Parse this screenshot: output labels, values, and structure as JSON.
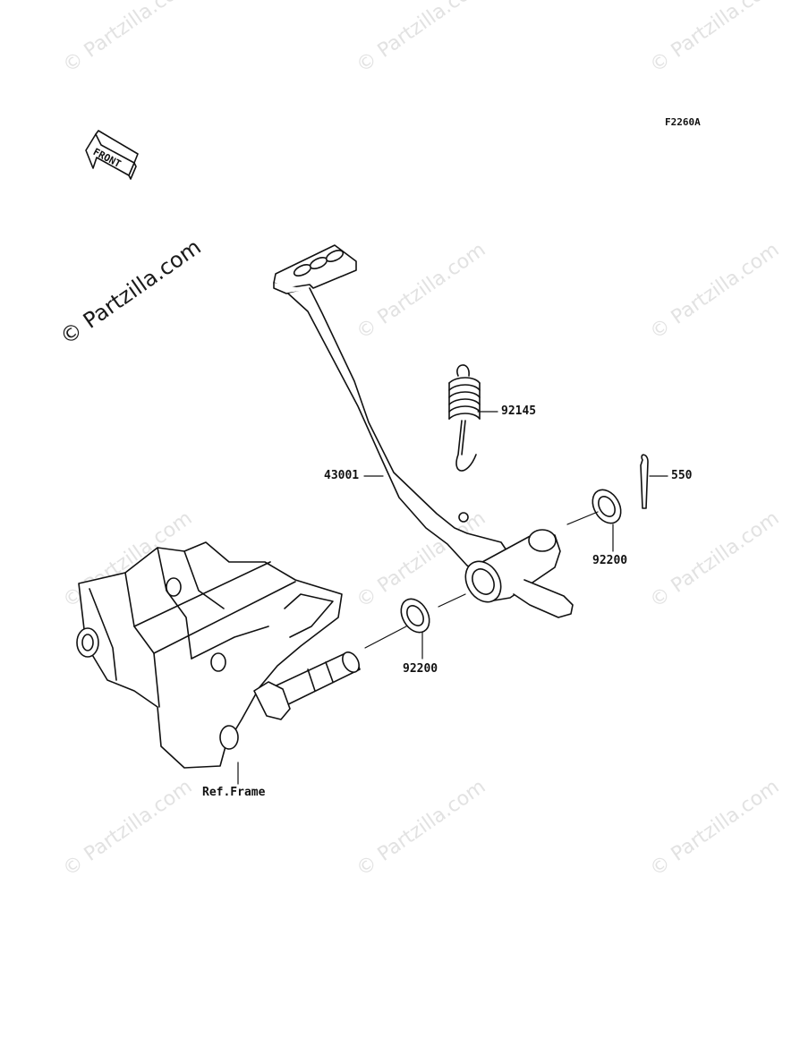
{
  "diagram_code": "F2260A",
  "front_label": "FRONT",
  "watermark": "© Partzilla.com",
  "watermark_main": "© Partzilla.com",
  "callouts": {
    "brake_pedal": "43001",
    "return_spring": "92145",
    "cotter_pin": "550",
    "washer_right": "92200",
    "washer_left": "92200",
    "frame_ref": "Ref.Frame"
  }
}
